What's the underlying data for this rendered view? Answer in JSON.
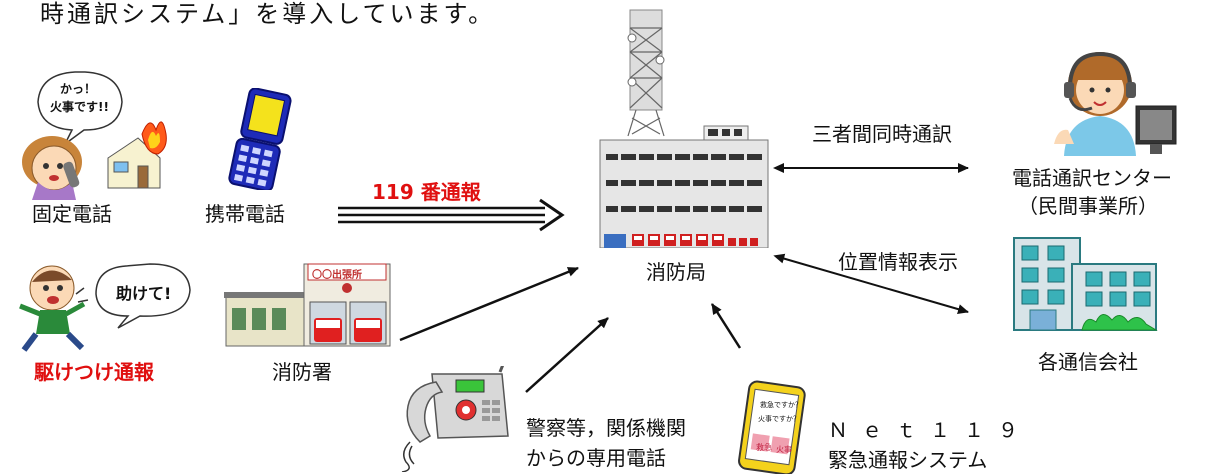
{
  "intro_text": "時通訳システム」を導入しています。",
  "nodes": {
    "fixed_phone": "固定電話",
    "mobile_phone": "携帯電話",
    "report_119": "119 番通報",
    "fire_hq": "消防局",
    "interpreter_center": "電話通訳センター",
    "interpreter_center_sub": "（民間事業所）",
    "three_way": "三者間同時通訳",
    "location_info": "位置情報表示",
    "telecom": "各通信会社",
    "rush_report": "駆けつけ通報",
    "fire_station": "消防署",
    "police_line_1": "警察等，関係機関",
    "police_line_2": "からの専用電話",
    "net119_1": "Ｎｅｔ１１９",
    "net119_2": "緊急通報システム"
  },
  "bubbles": {
    "fire_bubble_1": "かっ！",
    "fire_bubble_2": "火事です!!",
    "help_bubble": "助けて!",
    "station_sign": "〇〇出張所",
    "app_q1": "救急ですか？",
    "app_q2": "火事ですか？",
    "app_btn_1": "救急",
    "app_btn_2": "火事"
  },
  "colors": {
    "accent_red": "#e01010",
    "arrow": "#111111",
    "building": "#e6e6e6",
    "phone_blue": "#1e2bb8",
    "phone_yellow": "#f4e21c",
    "telecom_teal": "#2a9aa0"
  }
}
